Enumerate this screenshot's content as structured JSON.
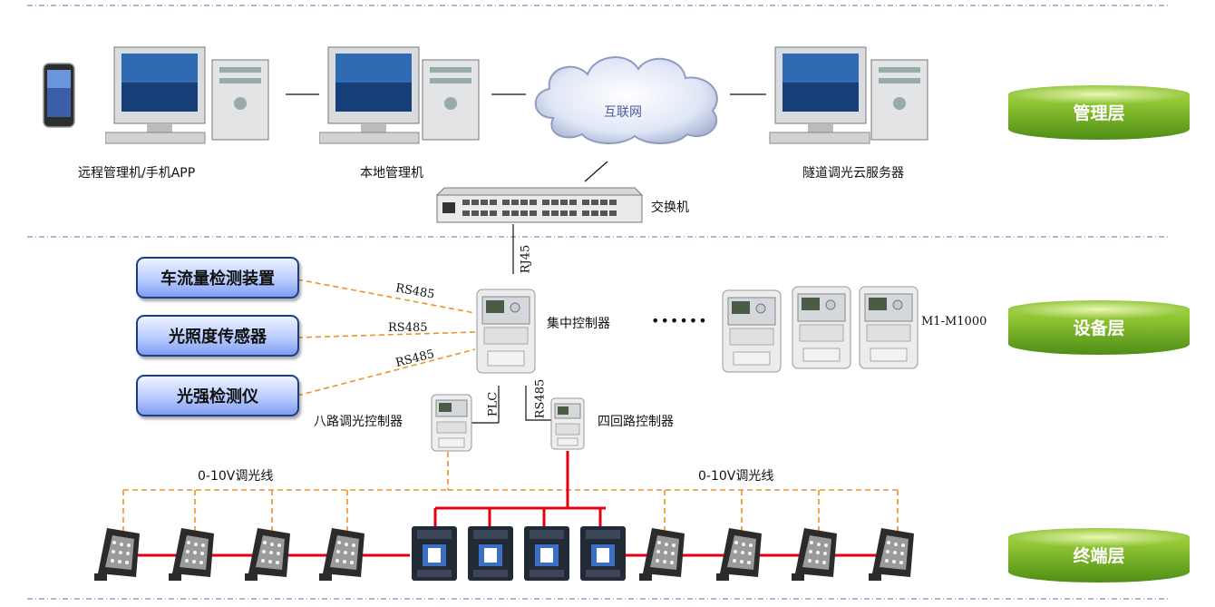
{
  "layers": {
    "management": "管理层",
    "device": "设备层",
    "terminal": "终端层"
  },
  "management": {
    "remote_label": "远程管理机/手机APP",
    "local_label": "本地管理机",
    "internet_label": "互联网",
    "cloud_server_label": "隧道调光云服务器",
    "switch_label": "交换机"
  },
  "device": {
    "rj45_label": "RJ45",
    "sensors": [
      "车流量检测装置",
      "光照度传感器",
      "光强检测仪"
    ],
    "rs485_labels": [
      "RS485",
      "RS485",
      "RS485"
    ],
    "central_controller_label": "集中控制器",
    "ellipsis": "••••••",
    "range_label": "M1-M1000",
    "eight_way_label": "八路调光控制器",
    "plc_label": "PLC",
    "rs485_vertical_label": "RS485",
    "four_loop_label": "四回路控制器"
  },
  "terminal": {
    "line_label_left": "0-10V调光线",
    "line_label_right": "0-10V调光线"
  },
  "colors": {
    "badge_green": "#6fb31f",
    "dash_orange": "#f0912a",
    "power_red": "#e60012",
    "sensor_blue": "#9bb4f8",
    "separator_blue": "#5b6fb2"
  },
  "icons": [
    "smartphone-icon",
    "desktop-computer-icon",
    "cloud-icon",
    "network-switch-icon",
    "controller-meter-icon",
    "floodlight-icon",
    "contactor-icon"
  ]
}
